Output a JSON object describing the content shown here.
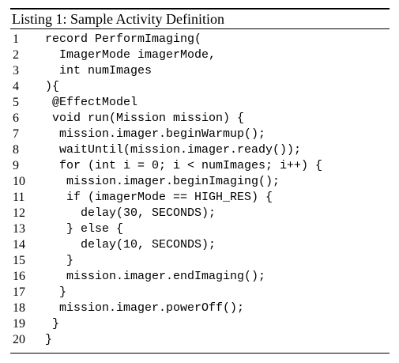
{
  "listing": {
    "caption": "Listing 1: Sample Activity Definition",
    "lines": [
      {
        "n": "1",
        "code": " record PerformImaging("
      },
      {
        "n": "2",
        "code": "   ImagerMode imagerMode,"
      },
      {
        "n": "3",
        "code": "   int numImages"
      },
      {
        "n": "4",
        "code": " ){"
      },
      {
        "n": "5",
        "code": "  @EffectModel"
      },
      {
        "n": "6",
        "code": "  void run(Mission mission) {"
      },
      {
        "n": "7",
        "code": "   mission.imager.beginWarmup();"
      },
      {
        "n": "8",
        "code": "   waitUntil(mission.imager.ready());"
      },
      {
        "n": "9",
        "code": "   for (int i = 0; i < numImages; i++) {"
      },
      {
        "n": "10",
        "code": "    mission.imager.beginImaging();"
      },
      {
        "n": "11",
        "code": "    if (imagerMode == HIGH_RES) {"
      },
      {
        "n": "12",
        "code": "      delay(30, SECONDS);"
      },
      {
        "n": "13",
        "code": "    } else {"
      },
      {
        "n": "14",
        "code": "      delay(10, SECONDS);"
      },
      {
        "n": "15",
        "code": "    }"
      },
      {
        "n": "16",
        "code": "    mission.imager.endImaging();"
      },
      {
        "n": "17",
        "code": "   }"
      },
      {
        "n": "18",
        "code": "   mission.imager.powerOff();"
      },
      {
        "n": "19",
        "code": "  }"
      },
      {
        "n": "20",
        "code": " }"
      }
    ]
  }
}
